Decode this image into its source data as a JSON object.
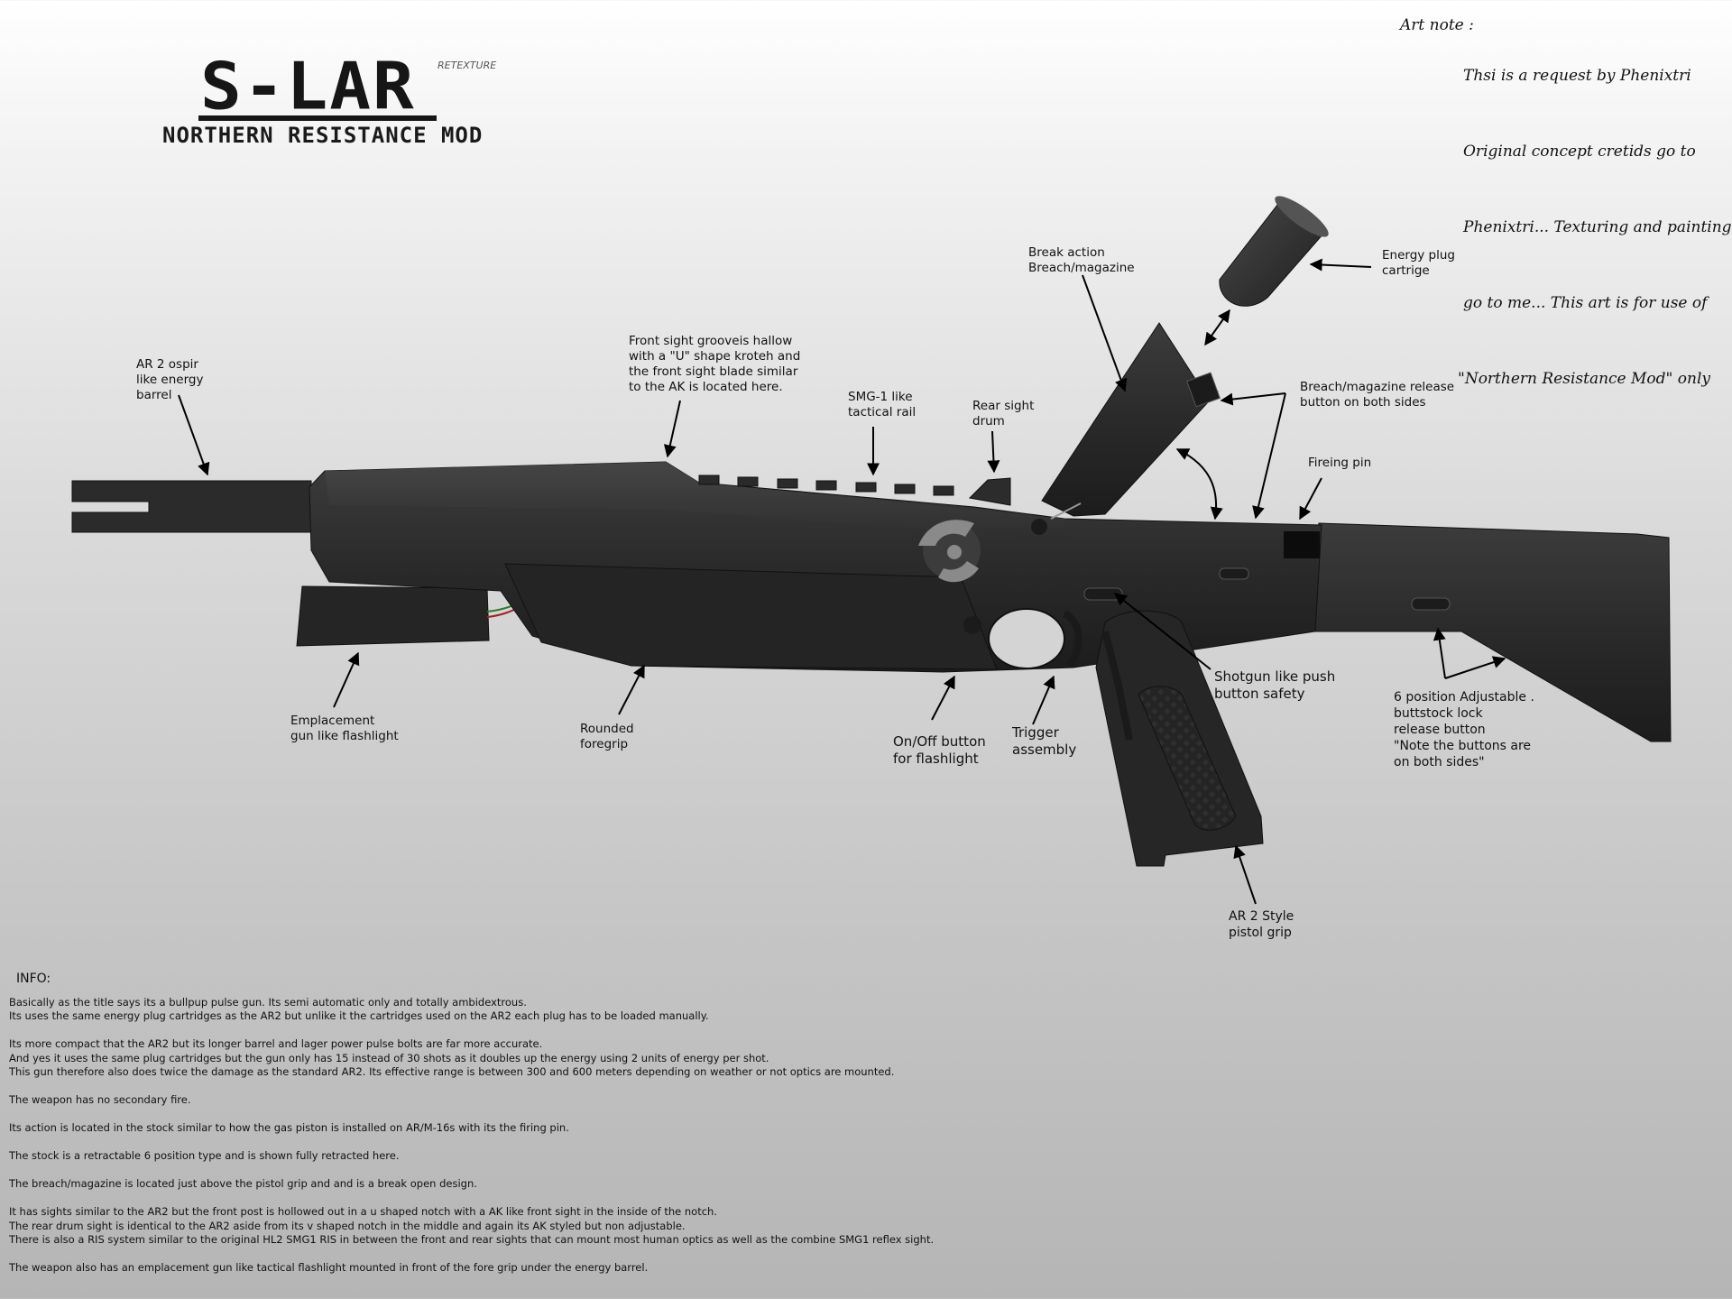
{
  "header": {
    "title": "S-LAR",
    "title_tag": "RETEXTURE",
    "subtitle": "NORTHERN RESISTANCE MOD"
  },
  "art_note": {
    "label": "Art note :",
    "lines": [
      "Thsi is a request by Phenixtri",
      "Original concept cretids go to",
      "Phenixtri... Texturing and painting credits",
      "go to me... This art is for use of",
      "\"Northern Resistance Mod\" only"
    ]
  },
  "callouts": {
    "barrel": [
      "AR 2 ospir",
      "like energy",
      "barrel"
    ],
    "front_sight": [
      "Front sight grooveis hallow",
      "with a \"U\" shape kroteh and",
      "the front sight blade similar",
      "to the AK is located here."
    ],
    "rail": [
      "SMG-1 like",
      "tactical rail"
    ],
    "rear_sight": [
      "Rear sight",
      "drum"
    ],
    "breach": [
      "Break action",
      "Breach/magazine"
    ],
    "energy_plug": [
      "Energy plug",
      "cartrige"
    ],
    "release": [
      "Breach/magazine release",
      "button on both sides"
    ],
    "firing_pin": [
      "Fireing pin"
    ],
    "flashlight": [
      "Emplacement",
      "gun like flashlight"
    ],
    "foregrip": [
      "Rounded",
      "foregrip"
    ],
    "onoff": [
      "On/Off button",
      "for flashlight"
    ],
    "trigger": [
      "Trigger",
      "assembly"
    ],
    "safety": [
      "Shotgun like push",
      "button safety"
    ],
    "buttstock": [
      "6 position Adjustable .",
      "buttstock lock",
      "release button",
      "\"Note the buttons are",
      "on both sides\""
    ],
    "pistol_grip": [
      "AR 2 Style",
      "pistol grip"
    ]
  },
  "info": {
    "title": "INFO:",
    "paragraphs": [
      [
        "Basically as the title says its a bullpup pulse gun. Its semi automatic only and totally ambidextrous.",
        "Its uses the same energy plug cartridges as the AR2 but unlike it the cartridges used on the AR2 each plug has to be loaded manually."
      ],
      [
        "Its more compact that the AR2 but its longer barrel and lager power pulse bolts are far more accurate.",
        "And yes it uses the same plug cartridges but the gun only has 15 instead of 30 shots as it doubles up the energy using 2 units of energy per shot.",
        "This gun therefore also does twice the damage as the standard AR2. Its effective range is between 300 and 600 meters depending on weather or not optics are mounted."
      ],
      [
        "The weapon has no secondary fire."
      ],
      [
        "Its action is located in the stock similar to how the gas piston is installed on AR/M-16s with its the firing pin."
      ],
      [
        "The stock is a retractable 6 position type and is shown fully retracted here."
      ],
      [
        "The breach/magazine is located just above the pistol grip and and is a break open design."
      ],
      [
        "It has sights similar to the AR2 but the front post is hollowed out in a u shaped notch with a AK like front sight in the inside of the notch.",
        "The rear drum sight is identical to the AR2 aside from its v shaped notch in the middle and again its AK styled but non adjustable.",
        "There is also a RIS system similar to the original HL2 SMG1 RIS in between the front and rear sights that can mount most human optics as well as the combine SMG1 reflex sight."
      ],
      [
        "The weapon also has an emplacement gun like tactical flashlight mounted in front of the fore grip under the energy barrel."
      ]
    ]
  }
}
